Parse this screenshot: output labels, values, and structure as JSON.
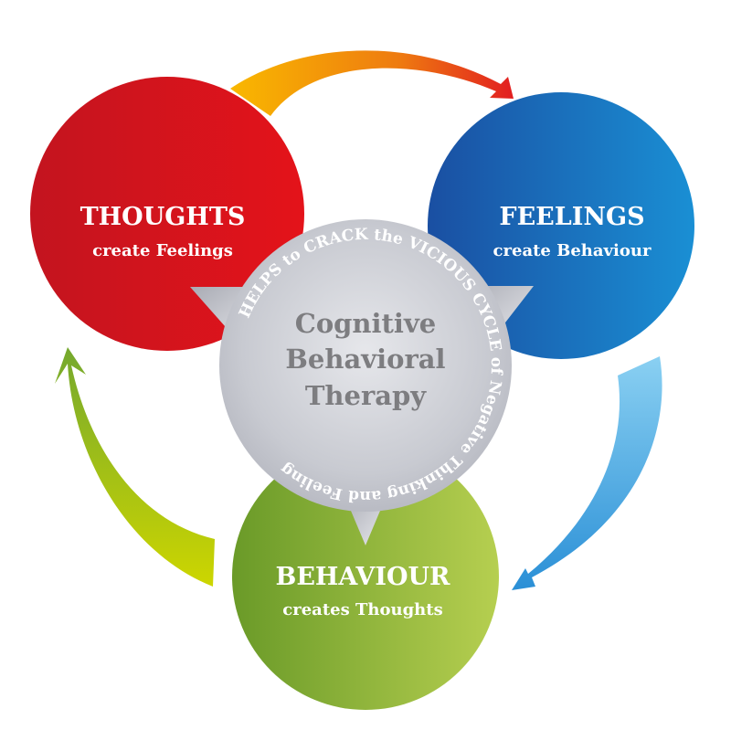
{
  "diagram": {
    "title": "Cognitive Behavioral Therapy cycle",
    "nodes": [
      {
        "id": "thoughts",
        "title": "THOUGHTS",
        "subtitle": "create Feelings",
        "color_dark": "#c8141e",
        "color_light": "#e0131a"
      },
      {
        "id": "feelings",
        "title": "FEELINGS",
        "subtitle": "create Behaviour",
        "color_dark": "#1a54a6",
        "color_light": "#1a8bd0"
      },
      {
        "id": "behaviour",
        "title": "BEHAVIOUR",
        "subtitle": "creates Thoughts",
        "color_dark": "#6a9a2a",
        "color_light": "#b4cc4c"
      }
    ],
    "center": {
      "lines": [
        "Cognitive",
        "Behavioral",
        "Therapy"
      ],
      "ring_text": "HELPS to CRACK the VICIOUS CYCLE of Negative Thinking and Feeling",
      "color": "#c4c6ce"
    },
    "edges": [
      {
        "from": "thoughts",
        "to": "feelings",
        "color_start": "#f7b000",
        "color_end": "#e02420"
      },
      {
        "from": "feelings",
        "to": "behaviour",
        "color_start": "#8fd2f4",
        "color_end": "#2a90d6"
      },
      {
        "from": "behaviour",
        "to": "thoughts",
        "color_start": "#c8d400",
        "color_end": "#78ac2c"
      }
    ]
  }
}
